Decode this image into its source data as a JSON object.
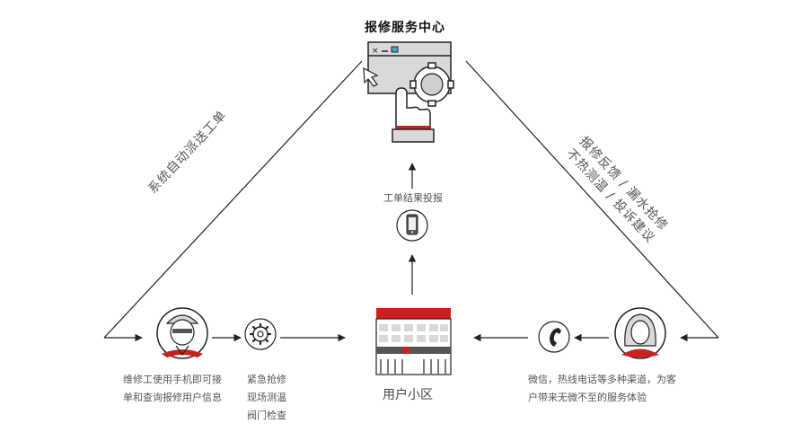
{
  "center": {
    "title": "报修服务中心"
  },
  "flows": {
    "left_diagonal": "系统自动派送工单",
    "right_diagonal_line1": "报修反馈 / 漏水抢修",
    "right_diagonal_line2": "不热测温 / 投诉建议",
    "center_vertical": "工单结果投报"
  },
  "worker": {
    "caption_line1": "维修工使用手机即可接",
    "caption_line2": "单和查询报修用户信息"
  },
  "services": {
    "items": [
      "紧急抢修",
      "现场测温",
      "阀门检查"
    ]
  },
  "community": {
    "label": "用户小区"
  },
  "customer": {
    "caption_line1": "微信，热线电话等多种渠道，为客",
    "caption_line2": "户带来无微不至的服务体验"
  },
  "colors": {
    "accent": "#cc1f1f",
    "line": "#222222",
    "icon_fill": "#d9d9d9"
  }
}
